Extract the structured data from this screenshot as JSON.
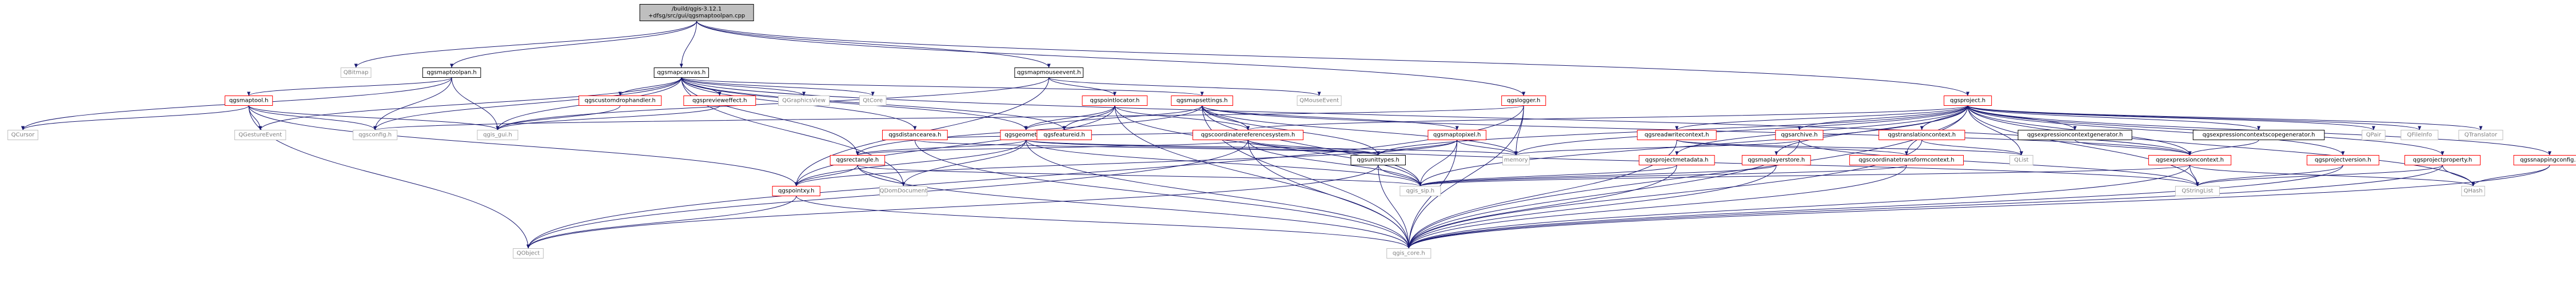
{
  "colors": {
    "edge": "#191970",
    "default_border": "#bfbfbf",
    "default_text": "#000000",
    "included_border": "#000000",
    "missing_border": "#ff0000",
    "root_fill": "#bfbfbf",
    "node_fill": "#ffffff",
    "dim_text": "#808080"
  },
  "nodes": [
    {
      "id": "root",
      "lines": [
        "/build/qgis-3.12.1",
        "+dfsg/src/gui/qgsmaptoolpan.cpp"
      ],
      "style": "root"
    },
    {
      "id": "qbitmap",
      "lines": [
        "QBitmap"
      ],
      "style": "dim"
    },
    {
      "id": "qgsmaptoolpan_h",
      "lines": [
        "qgsmaptoolpan.h"
      ],
      "style": "included"
    },
    {
      "id": "qgsmapcanvas_h",
      "lines": [
        "qgsmapcanvas.h"
      ],
      "style": "included"
    },
    {
      "id": "qgsmapmouseevent_h",
      "lines": [
        "qgsmapmouseevent.h"
      ],
      "style": "included"
    },
    {
      "id": "qgslogger_h",
      "lines": [
        "qgslogger.h"
      ],
      "style": "missing"
    },
    {
      "id": "qgsproject_h",
      "lines": [
        "qgsproject.h"
      ],
      "style": "missing"
    },
    {
      "id": "qgsmaptool_h",
      "lines": [
        "qgsmaptool.h"
      ],
      "style": "missing"
    },
    {
      "id": "qgscustomdrophandler_h",
      "lines": [
        "qgscustomdrophandler.h"
      ],
      "style": "missing"
    },
    {
      "id": "qgspreviewe​ffect_h",
      "lines": [
        "qgspreviewe​ffect.h"
      ],
      "style": "missing"
    },
    {
      "id": "qgraphicsview",
      "lines": [
        "QGraphicsView"
      ],
      "style": "dim"
    },
    {
      "id": "qtcore",
      "lines": [
        "QtCore"
      ],
      "style": "dim"
    },
    {
      "id": "qgsmapsettings_h",
      "lines": [
        "qgsmapsettings.h"
      ],
      "style": "missing"
    },
    {
      "id": "qgspointlocator_h",
      "lines": [
        "qgspointlocator.h"
      ],
      "style": "missing"
    },
    {
      "id": "qmouseevent",
      "lines": [
        "QMouseEvent"
      ],
      "style": "dim"
    },
    {
      "id": "qcursor",
      "lines": [
        "QCursor"
      ],
      "style": "dim"
    },
    {
      "id": "qgestureevent",
      "lines": [
        "QGestureEvent"
      ],
      "style": "dim"
    },
    {
      "id": "qgsconfig_h",
      "lines": [
        "qgsconfig.h"
      ],
      "style": "dim"
    },
    {
      "id": "qgis_gui_h",
      "lines": [
        "qgis_gui.h"
      ],
      "style": "dim"
    },
    {
      "id": "qgsdistancearea_h",
      "lines": [
        "qgsdistancearea.h"
      ],
      "style": "missing"
    },
    {
      "id": "qgsgeometry_h",
      "lines": [
        "qgsgeometry.h"
      ],
      "style": "missing"
    },
    {
      "id": "qgscoordinatereferencesystem_h",
      "lines": [
        "qgscoordinatereferencesystem.h"
      ],
      "style": "missing"
    },
    {
      "id": "qgsmaptopixel_h",
      "lines": [
        "qgsmaptopixel.h"
      ],
      "style": "missing"
    },
    {
      "id": "qgsreadwritecontext_h",
      "lines": [
        "qgsreadwritecontext.h"
      ],
      "style": "missing"
    },
    {
      "id": "qgsarchive_h",
      "lines": [
        "qgsarchive.h"
      ],
      "style": "missing"
    },
    {
      "id": "qgstranslationcontext_h",
      "lines": [
        "qgstranslationcontext.h"
      ],
      "style": "missing"
    },
    {
      "id": "qgsexpressioncontextgenerator_h",
      "lines": [
        "qgsexpressioncontextgenerator.h"
      ],
      "style": "included"
    },
    {
      "id": "qgsexpressioncontextscopegenerator_h",
      "lines": [
        "qgsexpressioncontextscopegenerator.h"
      ],
      "style": "included"
    },
    {
      "id": "qpair",
      "lines": [
        "QPair"
      ],
      "style": "dim"
    },
    {
      "id": "qfileinfo",
      "lines": [
        "QFileInfo"
      ],
      "style": "dim"
    },
    {
      "id": "qtranslator",
      "lines": [
        "QTranslator"
      ],
      "style": "dim"
    },
    {
      "id": "qgsrectangle_h",
      "lines": [
        "qgsrectangle.h"
      ],
      "style": "missing"
    },
    {
      "id": "qgsfeatureid_h",
      "lines": [
        "qgsfeatureid.h"
      ],
      "style": "missing"
    },
    {
      "id": "memory",
      "lines": [
        "memory"
      ],
      "style": "dim"
    },
    {
      "id": "qgsunittypes_h",
      "lines": [
        "qgsunittypes.h"
      ],
      "style": "included"
    },
    {
      "id": "qlist",
      "lines": [
        "QList"
      ],
      "style": "dim"
    },
    {
      "id": "qgsprojectmetadata_h",
      "lines": [
        "qgsprojectmetadata.h"
      ],
      "style": "missing"
    },
    {
      "id": "qgsmaplayerstore_h",
      "lines": [
        "qgsmaplayerstore.h"
      ],
      "style": "missing"
    },
    {
      "id": "qgscoordinatetransformcontext_h",
      "lines": [
        "qgscoordinatetransformcontext.h"
      ],
      "style": "missing"
    },
    {
      "id": "qgsexpressioncontext_h",
      "lines": [
        "qgsexpressioncontext.h"
      ],
      "style": "missing"
    },
    {
      "id": "qgsprojectversion_h",
      "lines": [
        "qgsprojectversion.h"
      ],
      "style": "missing"
    },
    {
      "id": "qgsprojectproperty_h",
      "lines": [
        "qgsprojectproperty.h"
      ],
      "style": "missing"
    },
    {
      "id": "qgssnappingconfig_h",
      "lines": [
        "qgssnappingconfig.h"
      ],
      "style": "missing"
    },
    {
      "id": "qgspointxy_h",
      "lines": [
        "qgspointxy.h"
      ],
      "style": "missing"
    },
    {
      "id": "qdomdocument",
      "lines": [
        "QDomDocument"
      ],
      "style": "dim"
    },
    {
      "id": "qgis_sip_h",
      "lines": [
        "qgis_sip.h"
      ],
      "style": "dim"
    },
    {
      "id": "qstringlist",
      "lines": [
        "QStringList"
      ],
      "style": "dim"
    },
    {
      "id": "qhash",
      "lines": [
        "QHash"
      ],
      "style": "dim"
    },
    {
      "id": "qobject",
      "lines": [
        "QObject"
      ],
      "style": "dim"
    },
    {
      "id": "qgis_core_h",
      "lines": [
        "qgis_core.h"
      ],
      "style": "dim"
    }
  ],
  "edges": [
    [
      "root",
      "qbitmap"
    ],
    [
      "root",
      "qgsmaptoolpan_h"
    ],
    [
      "root",
      "qgsmapcanvas_h"
    ],
    [
      "root",
      "qgsmapmouseevent_h"
    ],
    [
      "root",
      "qgslogger_h"
    ],
    [
      "root",
      "qgsproject_h"
    ],
    [
      "qgsmaptoolpan_h",
      "qgsmaptool_h"
    ],
    [
      "qgsmaptoolpan_h",
      "qgis_gui_h"
    ],
    [
      "qgsmaptoolpan_h",
      "qcursor"
    ],
    [
      "qgsmaptoolpan_h",
      "qgsconfig_h"
    ],
    [
      "qgsmaptool_h",
      "qcursor"
    ],
    [
      "qgsmaptool_h",
      "qgestureevent"
    ],
    [
      "qgsmaptool_h",
      "qgsconfig_h"
    ],
    [
      "qgsmaptool_h",
      "qgis_gui_h"
    ],
    [
      "qgsmaptool_h",
      "qobject"
    ],
    [
      "qgsmaptool_h",
      "qgspointxy_h"
    ],
    [
      "qgsmapcanvas_h",
      "qgsconfig_h"
    ],
    [
      "qgsmapcanvas_h",
      "qgis_gui_h"
    ],
    [
      "qgsmapcanvas_h",
      "qgscustomdrophandler_h"
    ],
    [
      "qgsmapcanvas_h",
      "qgspreviewe​ffect_h"
    ],
    [
      "qgsmapcanvas_h",
      "qgraphicsview"
    ],
    [
      "qgsmapcanvas_h",
      "qtcore"
    ],
    [
      "qgsmapcanvas_h",
      "qgsmapsettings_h"
    ],
    [
      "qgsmapcanvas_h",
      "qgsexpressioncontext_h"
    ],
    [
      "qgsmapcanvas_h",
      "qgsrectangle_h"
    ],
    [
      "qgsmapcanvas_h",
      "qgsfeatureid_h"
    ],
    [
      "qgsmapcanvas_h",
      "qgsgeometry_h"
    ],
    [
      "qgsmapcanvas_h",
      "qgsdistancearea_h"
    ],
    [
      "qgsmapcanvas_h",
      "qgestureevent"
    ],
    [
      "qgsmapcanvas_h",
      "qdomdocument"
    ],
    [
      "qgscustomdrophandler_h",
      "qgis_gui_h"
    ],
    [
      "qgspreviewe​ffect_h",
      "qgis_gui_h"
    ],
    [
      "qgsmapsettings_h",
      "qgsmaptopixel_h"
    ],
    [
      "qgsmapsettings_h",
      "qgscoordinatereferencesystem_h"
    ],
    [
      "qgsmapsettings_h",
      "qgsgeometry_h"
    ],
    [
      "qgsmapsettings_h",
      "qgsunittypes_h"
    ],
    [
      "qgsmapsettings_h",
      "qgsrectangle_h"
    ],
    [
      "qgsmapsettings_h",
      "qgis_core_h"
    ],
    [
      "qgsmapsettings_h",
      "qgis_sip_h"
    ],
    [
      "qgsmapsettings_h",
      "memory"
    ],
    [
      "qgsmapsettings_h",
      "qgsexpressioncontext_h"
    ],
    [
      "qgsmapmouseevent_h",
      "qgspointlocator_h"
    ],
    [
      "qgsmapmouseevent_h",
      "qmouseevent"
    ],
    [
      "qgsmapmouseevent_h",
      "qgspointxy_h"
    ],
    [
      "qgsmapmouseevent_h",
      "qgis_gui_h"
    ],
    [
      "qgspointlocator_h",
      "qgsgeometry_h"
    ],
    [
      "qgspointlocator_h",
      "qgscoordinatereferencesystem_h"
    ],
    [
      "qgspointlocator_h",
      "qgsfeatureid_h"
    ],
    [
      "qgspointlocator_h",
      "qgspointxy_h"
    ],
    [
      "qgspointlocator_h",
      "qgis_core_h"
    ],
    [
      "qgspointlocator_h",
      "qgis_sip_h"
    ],
    [
      "qgslogger_h",
      "qgsconfig_h"
    ],
    [
      "qgslogger_h",
      "qgis_core_h"
    ],
    [
      "qgslogger_h",
      "memory"
    ],
    [
      "qgslogger_h",
      "qobject"
    ],
    [
      "qgsdistancearea_h",
      "qgsunittypes_h"
    ],
    [
      "qgsdistancearea_h",
      "qgis_core_h"
    ],
    [
      "qgsdistancearea_h",
      "qgscoordinatereferencesystem_h"
    ],
    [
      "qgsgeometry_h",
      "qgsrectangle_h"
    ],
    [
      "qgsgeometry_h",
      "qgsfeatureid_h"
    ],
    [
      "qgsgeometry_h",
      "qgspointxy_h"
    ],
    [
      "qgsgeometry_h",
      "qgis_core_h"
    ],
    [
      "qgsgeometry_h",
      "qgis_sip_h"
    ],
    [
      "qgsgeometry_h",
      "qdomdocument"
    ],
    [
      "qgsgeometry_h",
      "memory"
    ],
    [
      "qgsgeometry_h",
      "qgsunittypes_h"
    ],
    [
      "qgscoordinatereferencesystem_h",
      "qgsunittypes_h"
    ],
    [
      "qgscoordinatereferencesystem_h",
      "qgis_core_h"
    ],
    [
      "qgscoordinatereferencesystem_h",
      "qgis_sip_h"
    ],
    [
      "qgscoordinatereferencesystem_h",
      "qgsrectangle_h"
    ],
    [
      "qgscoordinatereferencesystem_h",
      "qobject"
    ],
    [
      "qgscoordinatereferencesystem_h",
      "qstringlist"
    ],
    [
      "qgsmaptopixel_h",
      "qgis_core_h"
    ],
    [
      "qgsmaptopixel_h",
      "qgis_sip_h"
    ],
    [
      "qgsmaptopixel_h",
      "qgsunittypes_h"
    ],
    [
      "qgsmaptopixel_h",
      "memory"
    ],
    [
      "qgsmaptopixel_h",
      "qgspointxy_h"
    ],
    [
      "qgsrectangle_h",
      "qgspointxy_h"
    ],
    [
      "qgsrectangle_h",
      "qgis_core_h"
    ],
    [
      "qgsrectangle_h",
      "qdomdocument"
    ],
    [
      "qgsrectangle_h",
      "qgis_sip_h"
    ],
    [
      "qgspointxy_h",
      "qgis_core_h"
    ],
    [
      "qgspointxy_h",
      "qobject"
    ],
    [
      "qgsunittypes_h",
      "qgis_core_h"
    ],
    [
      "qgsunittypes_h",
      "qgis_sip_h"
    ],
    [
      "qgsunittypes_h",
      "qobject"
    ],
    [
      "qgsproject_h",
      "qgsreadwritecontext_h"
    ],
    [
      "qgsproject_h",
      "qgsarchive_h"
    ],
    [
      "qgsproject_h",
      "qgstranslationcontext_h"
    ],
    [
      "qgsproject_h",
      "qgsexpressioncontextgenerator_h"
    ],
    [
      "qgsproject_h",
      "qgsexpressioncontextscopegenerator_h"
    ],
    [
      "qgsproject_h",
      "qpair"
    ],
    [
      "qgsproject_h",
      "qfileinfo"
    ],
    [
      "qgsproject_h",
      "qtranslator"
    ],
    [
      "qgsproject_h",
      "qgsunittypes_h"
    ],
    [
      "qgsproject_h",
      "qgsprojectmetadata_h"
    ],
    [
      "qgsproject_h",
      "qgsmaplayerstore_h"
    ],
    [
      "qgsproject_h",
      "qgscoordinatetransformcontext_h"
    ],
    [
      "qgsproject_h",
      "qgsexpressioncontext_h"
    ],
    [
      "qgsproject_h",
      "qgsprojectversion_h"
    ],
    [
      "qgsproject_h",
      "qgsprojectproperty_h"
    ],
    [
      "qgsproject_h",
      "qgssnappingconfig_h"
    ],
    [
      "qgsproject_h",
      "qgis_core_h"
    ],
    [
      "qgsproject_h",
      "qgis_sip_h"
    ],
    [
      "qgsproject_h",
      "qlist"
    ],
    [
      "qgsproject_h",
      "qhash"
    ],
    [
      "qgsproject_h",
      "qstringlist"
    ],
    [
      "qgsproject_h",
      "memory"
    ],
    [
      "qgsproject_h",
      "qgscoordinatereferencesystem_h"
    ],
    [
      "qgsreadwritecontext_h",
      "qgis_core_h"
    ],
    [
      "qgsreadwritecontext_h",
      "qgscoordinatetransformcontext_h"
    ],
    [
      "qgsreadwritecontext_h",
      "qlist"
    ],
    [
      "qgsarchive_h",
      "qgis_core_h"
    ],
    [
      "qgsarchive_h",
      "memory"
    ],
    [
      "qgsarchive_h",
      "qstringlist"
    ],
    [
      "qgstranslationcontext_h",
      "qgis_core_h"
    ],
    [
      "qgstranslationcontext_h",
      "qlist"
    ],
    [
      "qgsexpressioncontextgenerator_h",
      "qgsexpressioncontext_h"
    ],
    [
      "qgsexpressioncontextscopegenerator_h",
      "qgsexpressioncontext_h"
    ],
    [
      "qgsprojectmetadata_h",
      "qgis_core_h"
    ],
    [
      "qgsprojectmetadata_h",
      "qgis_sip_h"
    ],
    [
      "qgsmaplayerstore_h",
      "qgis_core_h"
    ],
    [
      "qgsmaplayerstore_h",
      "qgis_sip_h"
    ],
    [
      "qgscoordinatetransformcontext_h",
      "qgis_core_h"
    ],
    [
      "qgscoordinatetransformcontext_h",
      "qgis_sip_h"
    ],
    [
      "qgsexpressioncontext_h",
      "qgis_core_h"
    ],
    [
      "qgsexpressioncontext_h",
      "qgis_sip_h"
    ],
    [
      "qgsexpressioncontext_h",
      "qstringlist"
    ],
    [
      "qgsexpressioncontext_h",
      "qhash"
    ],
    [
      "qgsprojectversion_h",
      "qgis_core_h"
    ],
    [
      "qgsprojectversion_h",
      "qstringlist"
    ],
    [
      "qgsprojectproperty_h",
      "qgis_core_h"
    ],
    [
      "qgsprojectproperty_h",
      "qhash"
    ],
    [
      "qgsprojectproperty_h",
      "qstringlist"
    ],
    [
      "qgssnappingconfig_h",
      "qgis_core_h"
    ],
    [
      "qgssnappingconfig_h",
      "qhash"
    ]
  ]
}
